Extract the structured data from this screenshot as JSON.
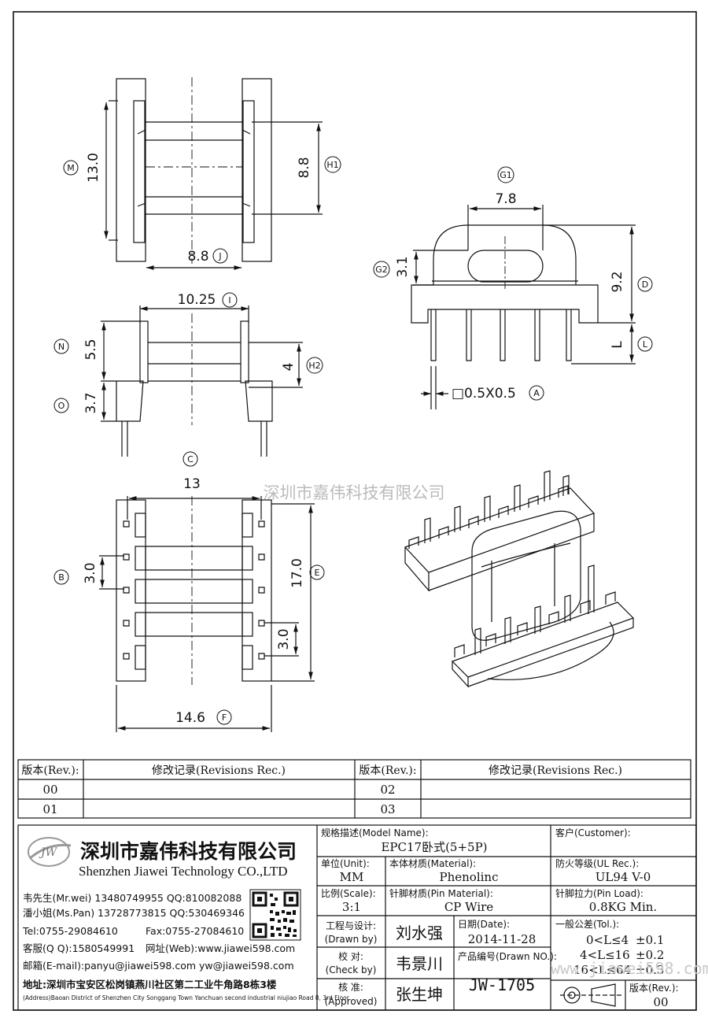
{
  "watermark": "深圳市嘉伟科技有限公司",
  "watermark_url": "www.jiawei598.com",
  "top_view": {
    "dim_m": "13.0",
    "label_m": "M",
    "dim_h1": "8.8",
    "label_h1": "H1",
    "dim_j": "8.8",
    "label_j": "J"
  },
  "side_view": {
    "dim_i": "10.25",
    "label_i": "I",
    "dim_n": "5.5",
    "label_n": "N",
    "dim_o": "3.7",
    "label_o": "O",
    "dim_h2": "4",
    "label_h2": "H2"
  },
  "front_view": {
    "dim_g1": "7.8",
    "label_g1": "G1",
    "dim_g2": "3.1",
    "label_g2": "G2",
    "dim_d": "9.2",
    "label_d": "D",
    "dim_l": "L",
    "label_l": "L",
    "dim_a": "□0.5X0.5",
    "label_a": "A"
  },
  "bottom_view": {
    "dim_c": "13",
    "label_c": "C",
    "dim_b": "3.0",
    "label_b": "B",
    "dim_e": "17.0",
    "label_e": "E",
    "dim_pitch": "3.0",
    "dim_f": "14.6",
    "label_f": "F"
  },
  "revisions": {
    "col_rev": "版本(Rev.):",
    "col_rec": "修改记录(Revisions Rec.)",
    "rows_left": [
      "00",
      "01"
    ],
    "rows_right": [
      "02",
      "03"
    ]
  },
  "company": {
    "name_cn": "深圳市嘉伟科技有限公司",
    "name_en": "Shenzhen Jiawei Technology CO.,LTD",
    "logo_text": "JW",
    "contact1": "韦先生(Mr.wei) 13480749955 QQ:810082088",
    "contact2": "潘小姐(Ms.Pan) 13728773815 QQ:530469346",
    "tel": "Tel:0755-29084610",
    "fax": "Fax:0755-27084610",
    "qq": "客服(Q Q):1580549991",
    "web": "网址(Web):www.jiawei598.com",
    "email": "邮箱(E-mail):panyu@jiawei598.com  yw@jiawei598.com",
    "address_cn": "地址:深圳市宝安区松岗镇燕川社区第二工业牛角路8栋3楼",
    "address_en": "(Address)Baoan District of Shenzhen City Songgang Town Yanchuan  second industrial niujiao Road 8, 3rd Floor"
  },
  "title_block": {
    "model_label": "规格描述(Model Name):",
    "model_value": "EPC17卧式(5+5P)",
    "customer_label": "客户(Customer):",
    "unit_label": "单位(Unit):",
    "unit_value": "MM",
    "material_label": "本体材质(Material):",
    "material_value": "Phenolinc",
    "ul_label": "防火等级(UL Rec.):",
    "ul_value": "UL94 V-0",
    "scale_label": "比例(Scale):",
    "scale_value": "3:1",
    "pin_material_label": "针脚材质(Pin Material):",
    "pin_material_value": "CP Wire",
    "pin_load_label": "针脚拉力(Pin Load):",
    "pin_load_value": "0.8KG Min.",
    "drawn_label": "工程与设计:",
    "drawn_label_en": "(Drawn by)",
    "drawn_value": "刘水强",
    "date_label": "日期(Date):",
    "date_value": "2014-11-28",
    "tol_label": "一般公差(Tol.):",
    "tol_rows": [
      {
        "range": "0<L≤4",
        "val": "±0.1"
      },
      {
        "range": "4<L≤16",
        "val": "±0.2"
      },
      {
        "range": "16<L≤64",
        "val": "±0.3"
      }
    ],
    "check_label": "校  对:",
    "check_label_en": "(Check by)",
    "check_value": "韦景川",
    "drawno_label": "产品编号(Drawn NO.):",
    "drawno_value": "JW-1705",
    "approve_label": "核  准:",
    "approve_label_en": "(Approved)",
    "approve_value": "张生坤",
    "version_label": "版本(Rev.):",
    "version_value": "00"
  }
}
